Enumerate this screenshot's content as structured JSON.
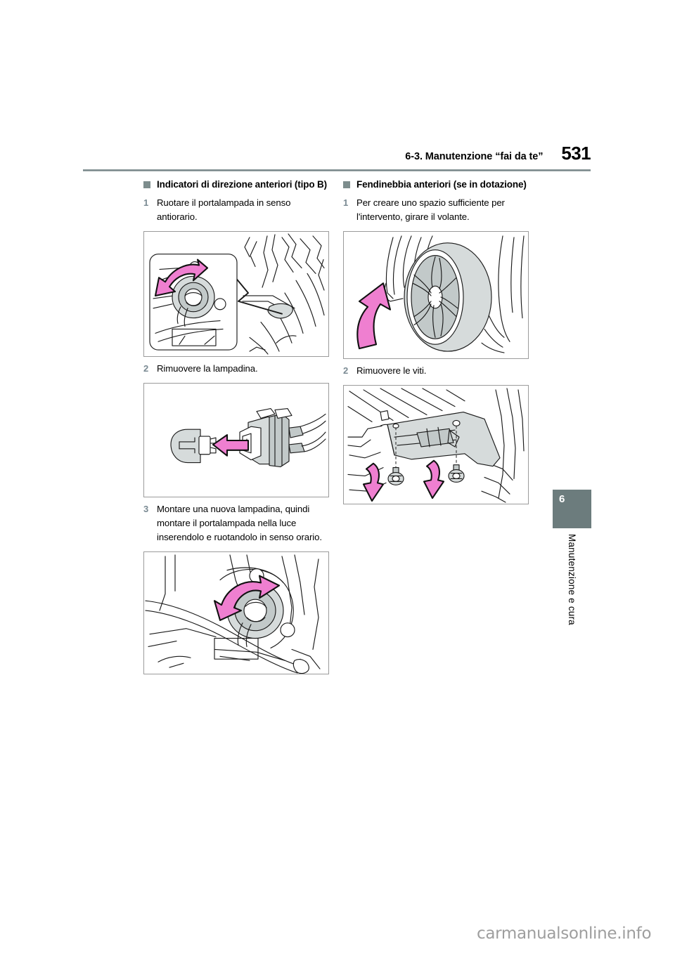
{
  "header": {
    "section_title": "6-3. Manutenzione “fai da te”",
    "page_number": "531"
  },
  "left_column": {
    "heading": "Indicatori di direzione anteriori (tipo B)",
    "steps": [
      {
        "number": "1",
        "text": "Ruotare il portalampada in senso antiorario."
      },
      {
        "number": "2",
        "text": "Rimuovere la lampadina."
      },
      {
        "number": "3",
        "text": "Montare una nuova lampadina, quindi montare il portalampada nella luce inserendolo e ruotandolo in senso orario."
      }
    ],
    "figures": [
      {
        "name": "figure-bulb-socket-rotate",
        "caption": ""
      },
      {
        "name": "figure-bulb-removal",
        "caption": ""
      },
      {
        "name": "figure-bulb-install-rotate",
        "caption": ""
      }
    ]
  },
  "right_column": {
    "heading": "Fendinebbia anteriori (se in dotazione)",
    "steps": [
      {
        "number": "1",
        "text": "Per creare uno spazio sufficiente per l'intervento, girare il volante."
      },
      {
        "number": "2",
        "text": "Rimuovere le viti."
      }
    ],
    "figures": [
      {
        "name": "figure-wheel-turn",
        "caption": ""
      },
      {
        "name": "figure-remove-screws",
        "caption": ""
      }
    ]
  },
  "side_tab": {
    "chapter_number": "6",
    "chapter_label": "Manutenzione e cura"
  },
  "watermark": {
    "text": "carmanualsonline.info"
  },
  "colors": {
    "accent_tab": "#6c7c7d",
    "bullet": "#7d8d8d",
    "step_number": "#7a8a93",
    "arrow_pink": "#ef7fd0",
    "rule": "#6d7c7e",
    "watermark": "#9e9e9e"
  }
}
